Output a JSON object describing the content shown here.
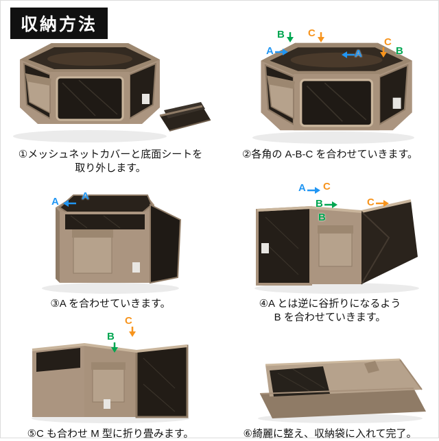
{
  "page": {
    "badge": {
      "label": "収納方法"
    },
    "background": "#ffffff"
  },
  "labels": {
    "a": "A",
    "b": "B",
    "c": "C"
  },
  "colors": {
    "label_a": "#2196f3",
    "label_b": "#00a651",
    "label_c": "#f7941d",
    "badge_bg": "#111111",
    "badge_text": "#ffffff",
    "caption_text": "#111111",
    "fabric_tan": "#ab9580",
    "mesh_dark": "#221c16"
  },
  "icons": {
    "arrow_right": "→",
    "arrow_left": "←",
    "arrow_down": "↓"
  },
  "steps": [
    {
      "id": 1,
      "caption": "①メッシュネットカバーと底面シートを\n取り外します。"
    },
    {
      "id": 2,
      "caption": "②各角の A-B-C を合わせていきます。"
    },
    {
      "id": 3,
      "caption": "③A を合わせていきます。"
    },
    {
      "id": 4,
      "caption": "④A とは逆に谷折りになるよう\nB を合わせていきます。"
    },
    {
      "id": 5,
      "caption": "⑤C も合わせ M 型に折り畳みます。"
    },
    {
      "id": 6,
      "caption": "⑥綺麗に整え、収納袋に入れて完了。"
    }
  ]
}
